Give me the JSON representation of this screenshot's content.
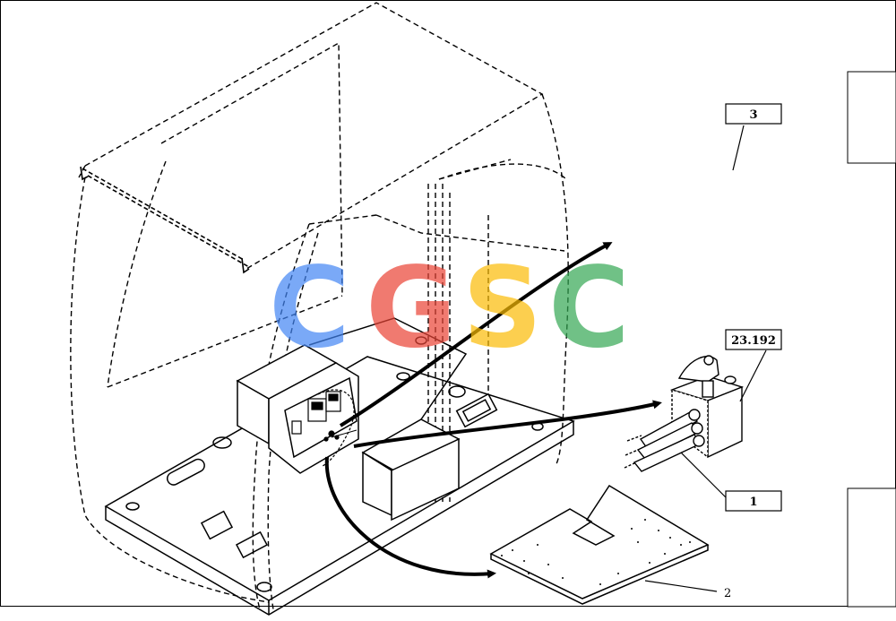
{
  "callouts": [
    {
      "label": "3"
    },
    {
      "label": "23.192"
    },
    {
      "label": "1"
    },
    {
      "label": "2"
    }
  ],
  "watermark": {
    "letters": [
      "C",
      "G",
      "S",
      "C"
    ],
    "colors": [
      "#4285F4",
      "#EA4335",
      "#FBBC05",
      "#34A853"
    ]
  },
  "colors": {
    "line": "#000000",
    "background": "#ffffff"
  }
}
